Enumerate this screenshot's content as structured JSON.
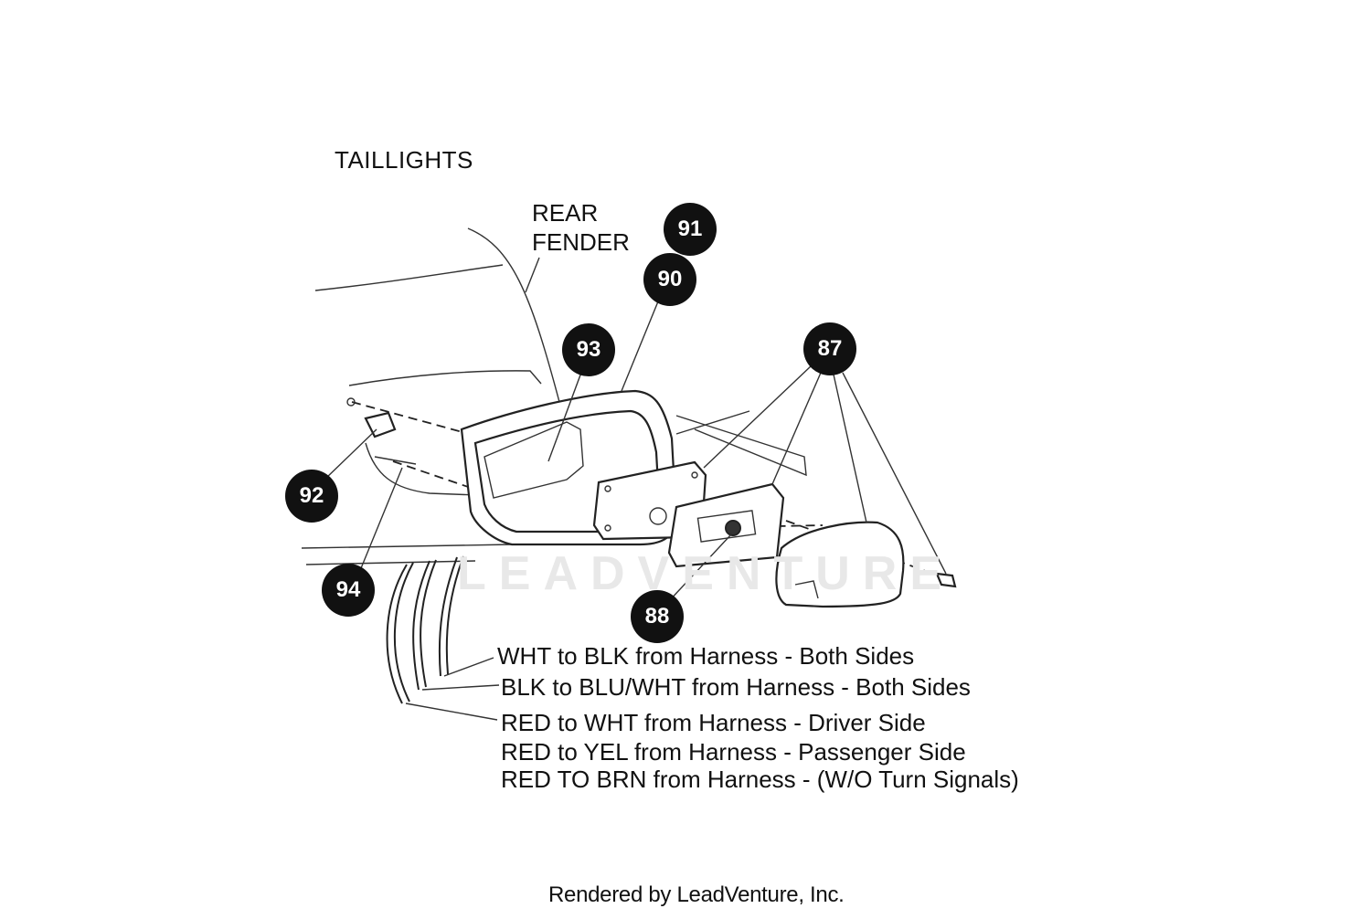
{
  "title": "TAILLIGHTS",
  "fender_label": [
    "REAR",
    "FENDER"
  ],
  "callouts": [
    {
      "id": "91",
      "label": "91"
    },
    {
      "id": "90",
      "label": "90"
    },
    {
      "id": "93",
      "label": "93"
    },
    {
      "id": "87",
      "label": "87"
    },
    {
      "id": "92",
      "label": "92"
    },
    {
      "id": "94",
      "label": "94"
    },
    {
      "id": "88",
      "label": "88"
    }
  ],
  "wiring_notes": [
    "WHT to BLK from Harness - Both Sides",
    "BLK to BLU/WHT from Harness - Both Sides",
    "RED to WHT from Harness - Driver Side",
    "RED to YEL from Harness - Passenger Side",
    "RED TO BRN from Harness - (W/O Turn Signals)"
  ],
  "watermark": "LEADVENTURE",
  "footer": "Rendered by LeadVenture, Inc."
}
